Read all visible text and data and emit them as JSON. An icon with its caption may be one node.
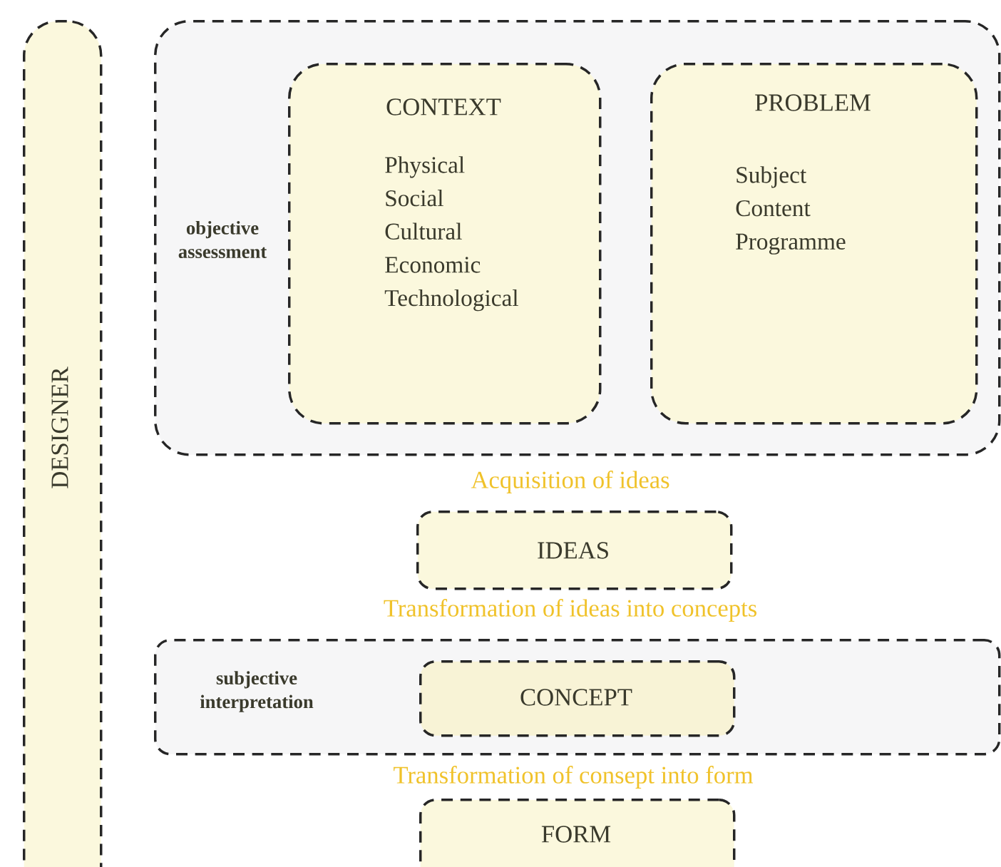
{
  "diagram": {
    "nodes": [
      {
        "text": [
          "DESIGNER"
        ]
      },
      {
        "text": [
          "objective assessment"
        ]
      },
      {
        "text": [
          "CONTEXT",
          "Physical Social Cultural Economic Technological"
        ],
        "in": 1
      },
      {
        "text": [
          "PROBLEM",
          "Subject Content Programme"
        ],
        "in": 1
      },
      {
        "text": [
          "IDEAS"
        ]
      },
      {
        "text": [
          "subjective interpretation"
        ]
      },
      {
        "text": [
          "CONCEPT"
        ],
        "in": 5
      },
      {
        "text": [
          "FORM"
        ]
      }
    ],
    "labels": [
      "Acquisition of ideas",
      "Transformation of ideas into concepts",
      "Transformation of consept into form"
    ]
  }
}
